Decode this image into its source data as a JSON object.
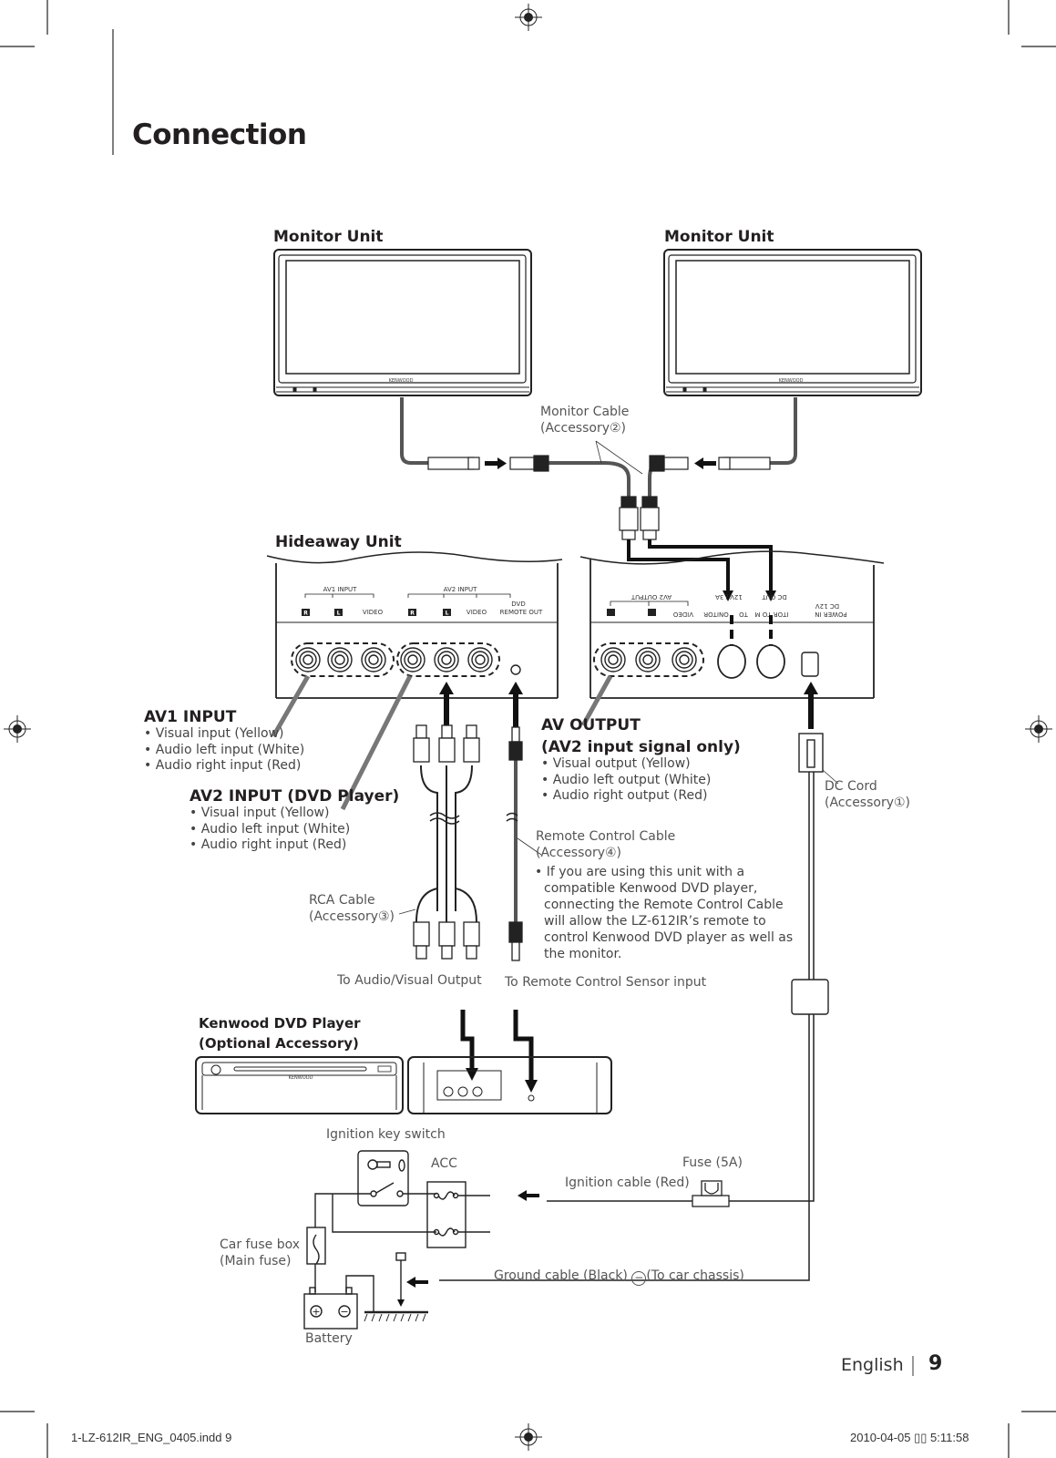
{
  "page": {
    "title": "Connection",
    "language": "English",
    "page_number": "9"
  },
  "monitors": [
    {
      "label": "Monitor Unit",
      "brand": "KENWOOD"
    },
    {
      "label": "Monitor Unit",
      "brand": "KENWOOD"
    }
  ],
  "monitor_cable": {
    "line1": "Monitor Cable",
    "line2": "(Accessory②)"
  },
  "hideaway": {
    "label": "Hideaway Unit",
    "left_panel": {
      "groups": [
        "AV1 INPUT",
        "AV2 INPUT"
      ],
      "ports": [
        "R",
        "L",
        "VIDEO",
        "R",
        "L",
        "VIDEO",
        "DVD REMOTE OUT"
      ]
    },
    "right_panel": {
      "labels_upside_down": [
        "AV2 OUTPUT",
        "12V ∕ 3A",
        "DC OUT",
        "DC 12V"
      ],
      "ports_upside_down": [
        "R",
        "L",
        "VIDEO",
        "TO MONITOR",
        "TO MONITOR",
        "POWER IN"
      ]
    }
  },
  "av1_input": {
    "heading": "AV1 INPUT",
    "items": [
      "Visual input (Yellow)",
      "Audio left input (White)",
      "Audio right input (Red)"
    ]
  },
  "av2_input": {
    "heading": "AV2 INPUT (DVD Player)",
    "items": [
      "Visual input (Yellow)",
      "Audio left input (White)",
      "Audio right input (Red)"
    ]
  },
  "av_output": {
    "heading1": "AV OUTPUT",
    "heading2": "(AV2 input signal only)",
    "items": [
      "Visual output (Yellow)",
      "Audio left output (White)",
      "Audio right output (Red)"
    ]
  },
  "dc_cord": {
    "line1": "DC Cord",
    "line2": "(Accessory①)"
  },
  "remote_cable": {
    "line1": "Remote Control Cable",
    "line2": "(Accessory④)",
    "note": "If you are using this unit with a compatible Kenwood DVD player, connecting the Remote Control Cable will allow the LZ-612IR’s remote to control Kenwood DVD player as well as the monitor."
  },
  "rca_cable": {
    "line1": "RCA Cable",
    "line2": "(Accessory③)"
  },
  "to_av_output": "To Audio/Visual Output",
  "to_remote_sensor": "To Remote Control Sensor input",
  "dvd_player": {
    "line1": "Kenwood DVD Player",
    "line2": "(Optional Accessory)",
    "brand": "KENWOOD"
  },
  "power": {
    "ignition_key_switch": "Ignition key switch",
    "acc": "ACC",
    "fuse": "Fuse (5A)",
    "ignition_cable": "Ignition cable (Red)",
    "car_fuse_box": "Car fuse box",
    "main_fuse": "(Main fuse)",
    "ground_cable_prefix": "Ground cable (Black)",
    "ground_cable_suffix": "(To car chassis)",
    "battery": "Battery"
  },
  "print_marks": {
    "file": "1-LZ-612IR_ENG_0405.indd   9",
    "timestamp": "2010-04-05   ▯▯ 5:11:58"
  }
}
